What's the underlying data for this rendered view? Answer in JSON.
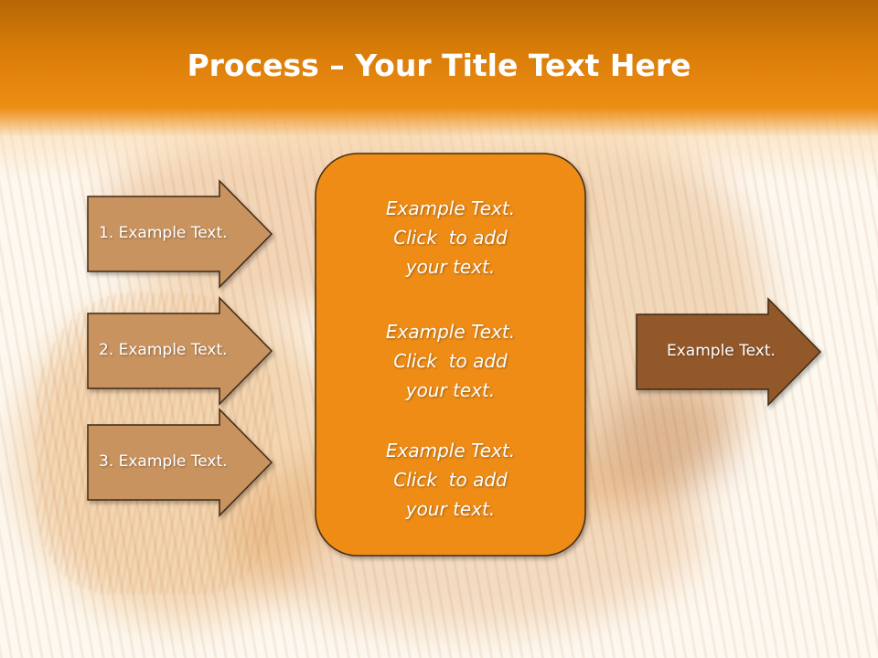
{
  "slide": {
    "title_bold": "Process",
    "title_rest": " – Your Title Text Here"
  },
  "left_steps": [
    {
      "label": "1. Example Text."
    },
    {
      "label": "2. Example Text."
    },
    {
      "label": "3. Example Text."
    }
  ],
  "center_box": {
    "blocks": [
      {
        "line1": "Example Text.",
        "line2": "Click  to add",
        "line3": "your text."
      },
      {
        "line1": "Example Text.",
        "line2": "Click  to add",
        "line3": "your text."
      },
      {
        "line1": "Example Text.",
        "line2": "Click  to add",
        "line3": "your text."
      }
    ]
  },
  "right_arrow": {
    "label": "Example Text."
  },
  "colors": {
    "header_orange": "#ed8e14",
    "left_arrow_fill": "#c9935e",
    "center_box_fill": "#ee8c12",
    "right_arrow_fill": "#93582a",
    "outline": "#3f2a14"
  }
}
